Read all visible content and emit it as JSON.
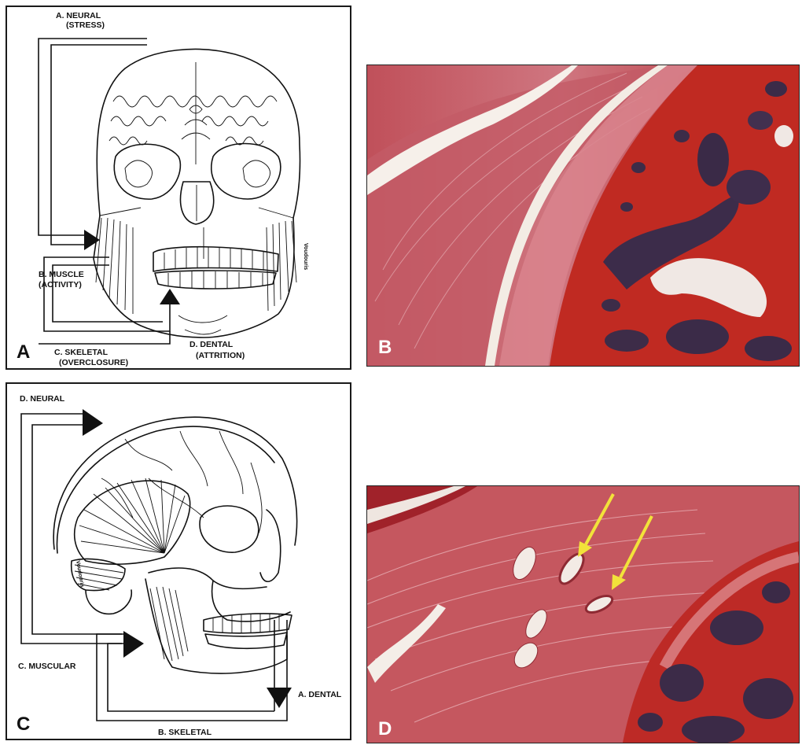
{
  "panels": {
    "a": {
      "letter": "A",
      "labels": {
        "neural_line1": "A. NEURAL",
        "neural_line2": "(STRESS)",
        "muscle_line1": "B. MUSCLE",
        "muscle_line2": "(ACTIVITY)",
        "skeletal_line1": "C. SKELETAL",
        "skeletal_line2": "(OVERCLOSURE)",
        "dental_line1": "D. DENTAL",
        "dental_line2": "(ATTRITION)",
        "signature": "Voudouris"
      }
    },
    "b": {
      "letter": "B"
    },
    "c": {
      "letter": "C",
      "labels": {
        "neural": "D. NEURAL",
        "muscular": "C. MUSCULAR",
        "skeletal": "B. SKELETAL",
        "dental": "A. DENTAL",
        "signature": "Voudouris"
      }
    },
    "d": {
      "letter": "D"
    }
  },
  "colors": {
    "border": "#1a1a1a",
    "tissue_pink": "#c8545e",
    "tissue_red": "#b32626",
    "marrow_purple": "#3e2a4a",
    "arrow_yellow": "#f2e23a"
  }
}
